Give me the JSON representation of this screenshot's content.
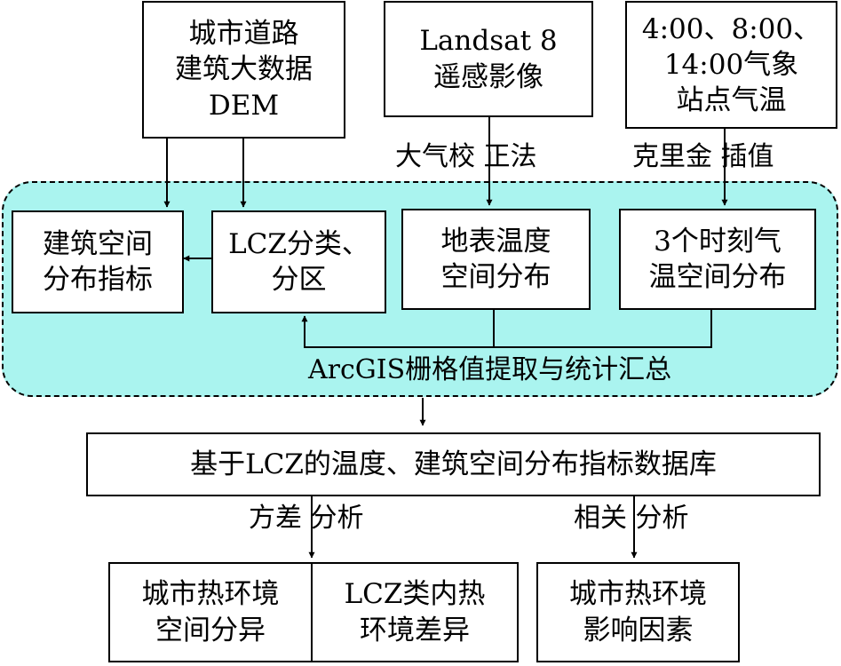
{
  "inputs": {
    "urban_data": [
      "城市道路",
      "建筑大数据",
      "DEM"
    ],
    "landsat": [
      "Landsat 8",
      "遥感影像"
    ],
    "weather": [
      "4:00、8:00、",
      "14:00气象",
      "站点气温"
    ]
  },
  "methods": {
    "atmospheric_correction": "大气校 正法",
    "kriging": "克里金 插值",
    "arcgis": "ArcGIS栅格值提取与统计汇总",
    "variance_analysis": "方差 分析",
    "correlation_analysis": "相关 分析"
  },
  "processing": {
    "building_index": [
      "建筑空间",
      "分布指标"
    ],
    "lcz": [
      "LCZ分类、",
      "分区"
    ],
    "lst": [
      "地表温度",
      "空间分布"
    ],
    "temperature": [
      "3个时刻气",
      "温空间分布"
    ]
  },
  "database": "基于LCZ的温度、建筑空间分布指标数据库",
  "outputs": {
    "heat_spatial": [
      "城市热环境",
      "空间分异"
    ],
    "lcz_internal": [
      "LCZ类内热",
      "环境差异"
    ],
    "heat_factors": [
      "城市热环境",
      "影响因素"
    ]
  }
}
